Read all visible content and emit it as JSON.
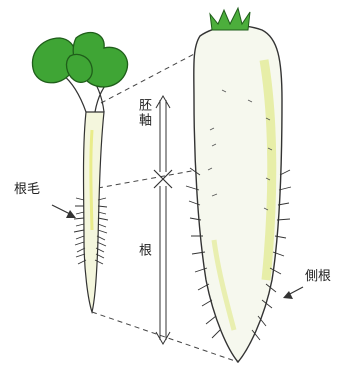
{
  "diagram": {
    "labels": {
      "hypocotyl": "胚軸",
      "root": "根",
      "root_hair": "根毛",
      "lateral_root": "側根"
    },
    "colors": {
      "leaf": "#3fa535",
      "leaf_dark": "#1f5e1a",
      "stem": "#f4f6dd",
      "stem_yellow": "#e9ec8a",
      "radish_body": "#f6f8ee",
      "radish_shadow": "#e6eca0",
      "radish_top": "#4cae3c",
      "outline": "#333333"
    }
  }
}
